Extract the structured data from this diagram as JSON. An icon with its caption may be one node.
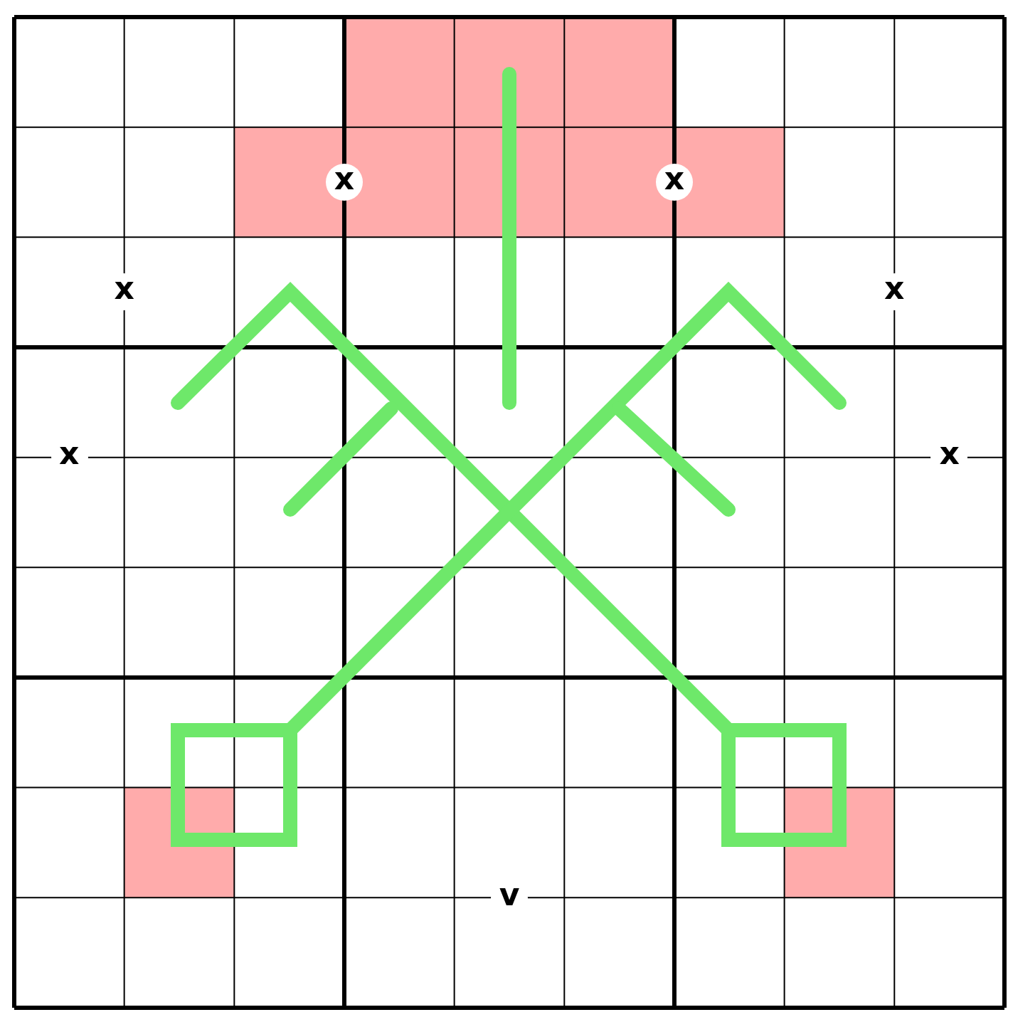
{
  "diagram": {
    "labels": [
      "x",
      "x",
      "x",
      "x",
      "x",
      "x",
      "v"
    ]
  }
}
